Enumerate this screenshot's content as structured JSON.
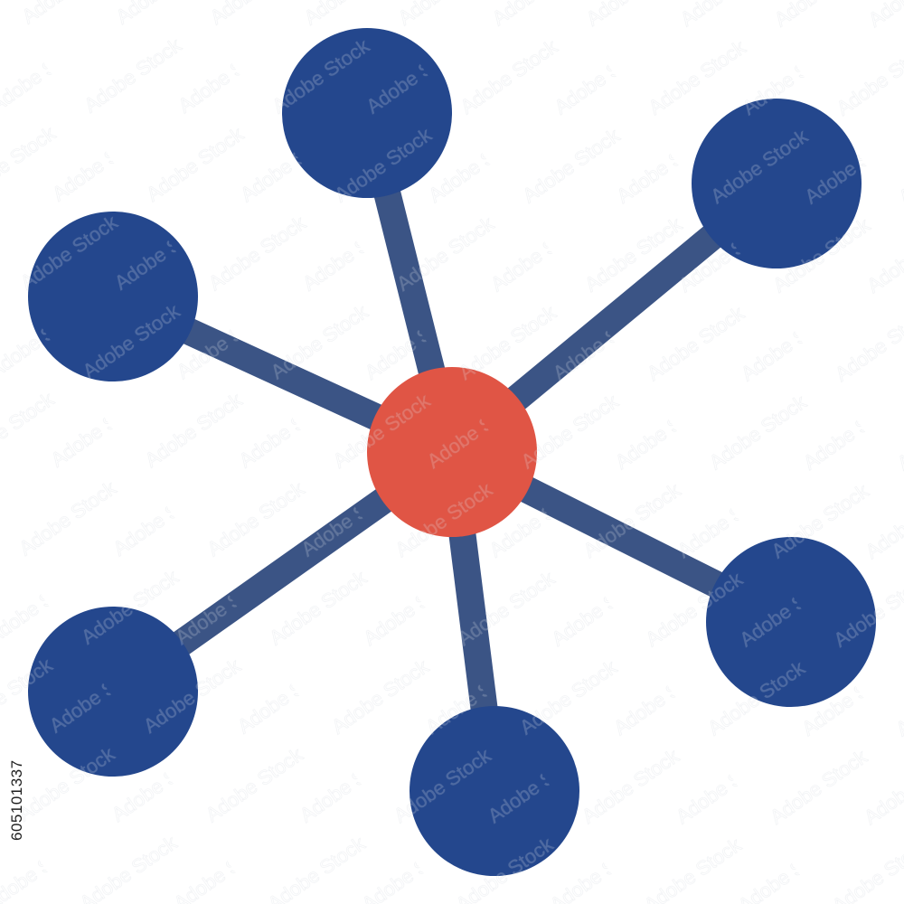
{
  "stock_id": "605101337",
  "watermark": "Adobe Stock",
  "colors": {
    "background": "#ffffff",
    "hub": "#e05545",
    "node": "#24478d",
    "connector": "#3b5485"
  },
  "icon": "network-hub-icon",
  "nodes": [
    {
      "name": "node-top"
    },
    {
      "name": "node-top-right"
    },
    {
      "name": "node-left"
    },
    {
      "name": "node-right"
    },
    {
      "name": "node-bottom-left"
    },
    {
      "name": "node-bottom"
    }
  ]
}
